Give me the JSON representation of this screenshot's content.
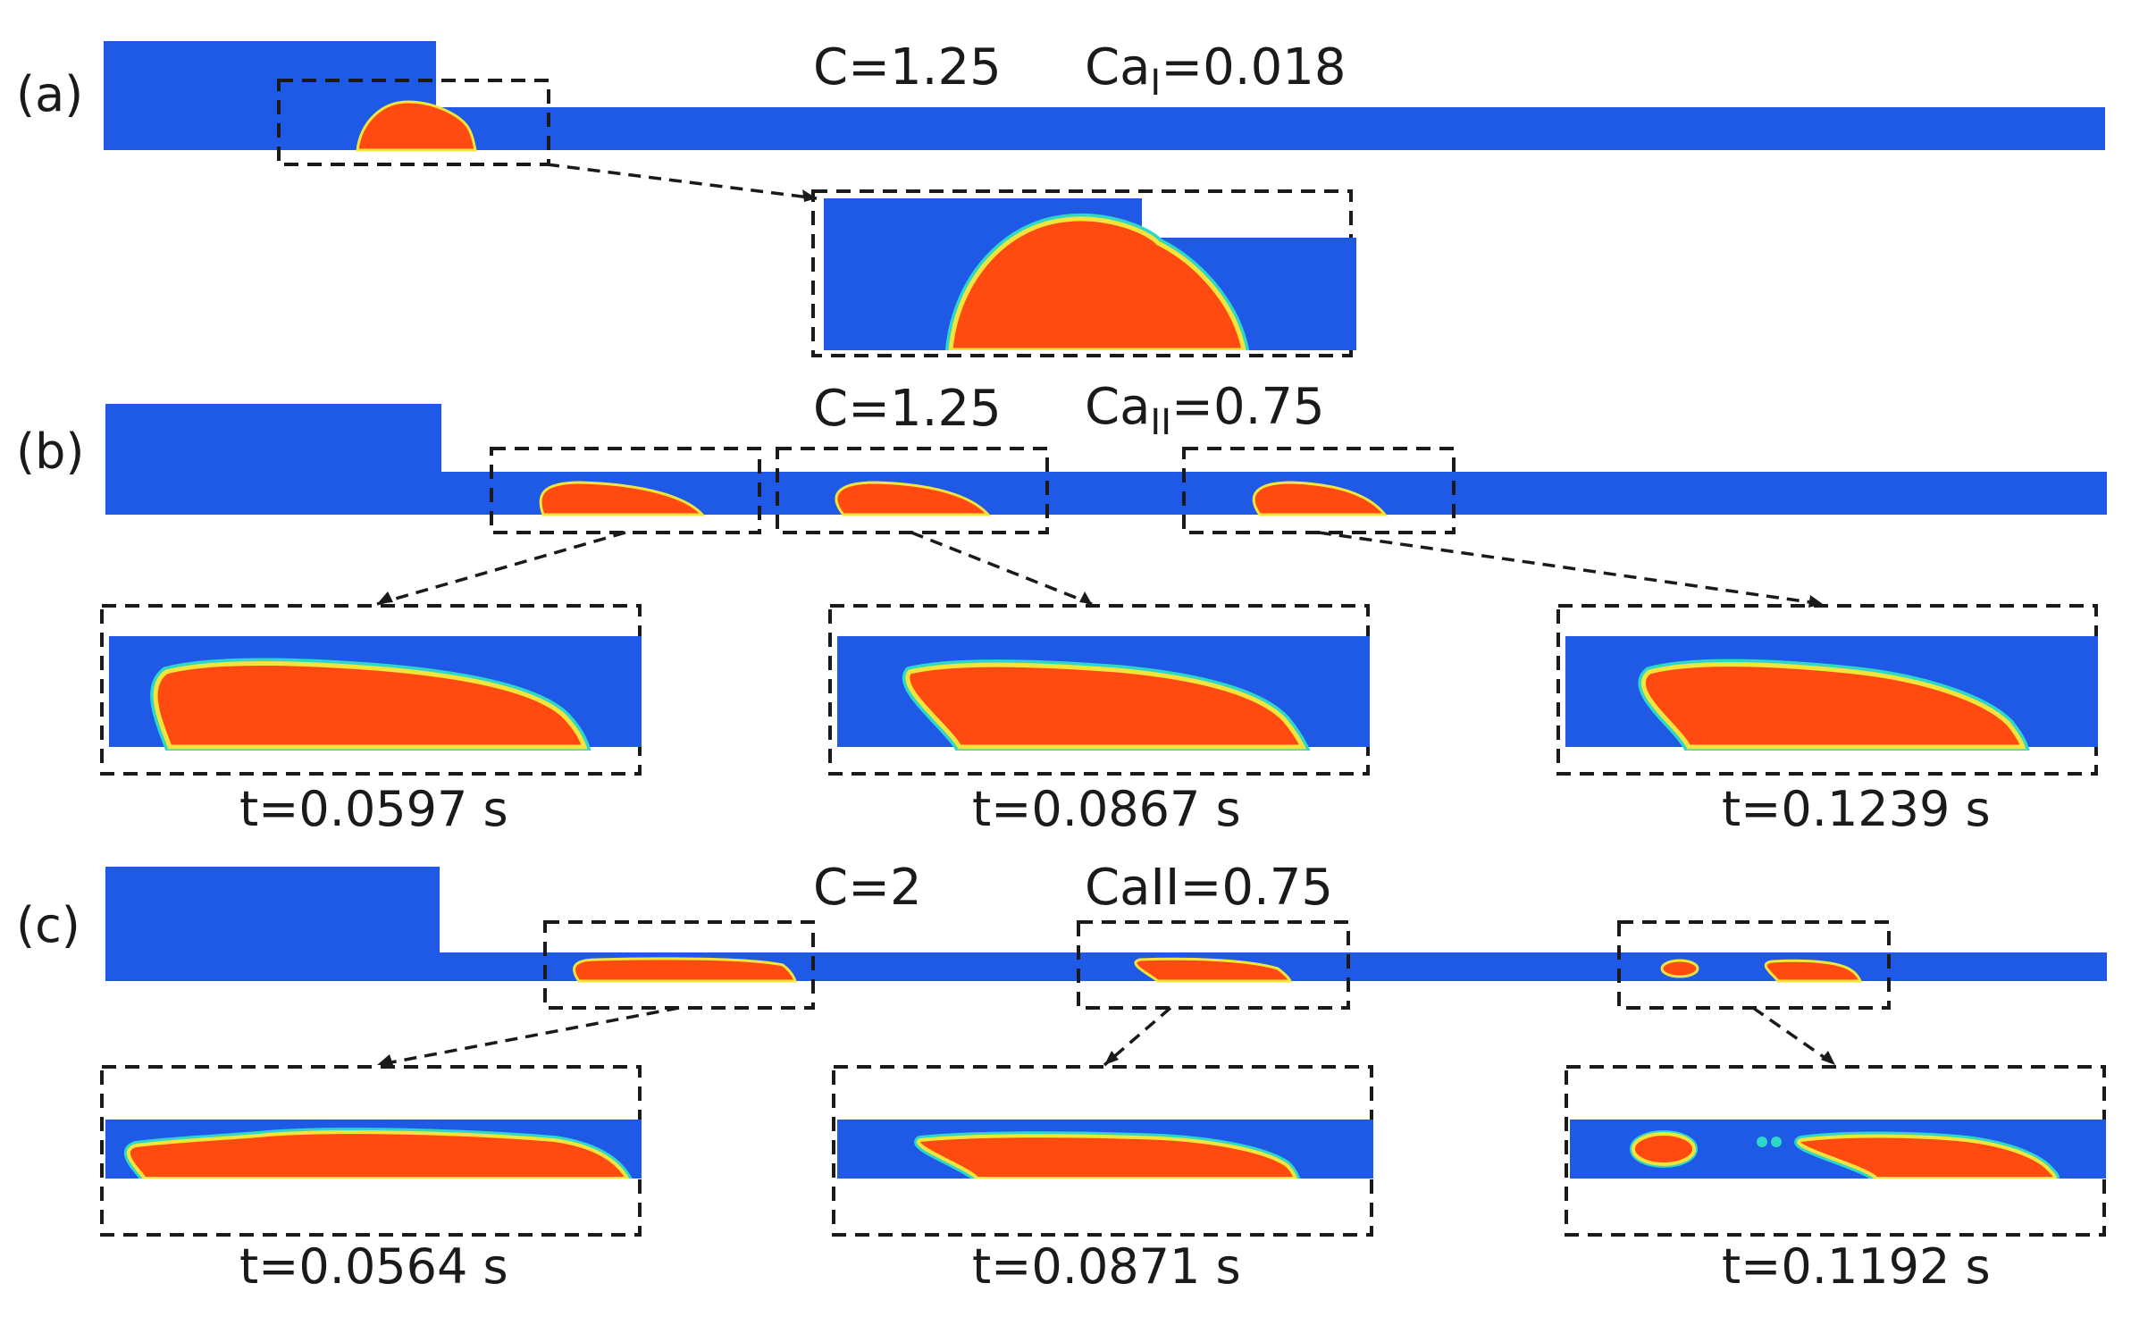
{
  "panels": {
    "a": {
      "label": "(a)",
      "c_text": "C=1.25",
      "ca_prefix": "Ca",
      "ca_sub": "I",
      "ca_value": "=0.018"
    },
    "b": {
      "label": "(b)",
      "c_text": "C=1.25",
      "ca_prefix": "Ca",
      "ca_sub": "II",
      "ca_value": "=0.75",
      "times": [
        "t=0.0597 s",
        "t=0.0867 s",
        "t=0.1239 s"
      ]
    },
    "c": {
      "label": "(c)",
      "c_text": "C=2",
      "ca_text": "CaII=0.75",
      "times": [
        "t=0.0564 s",
        "t=0.0871 s",
        "t=0.1192 s"
      ]
    }
  },
  "colors": {
    "continuous_phase": "#1f5ae6",
    "droplet": "#ff4a12",
    "interface_inner": "#f2e43a",
    "interface_outer": "#2fd7c9"
  }
}
